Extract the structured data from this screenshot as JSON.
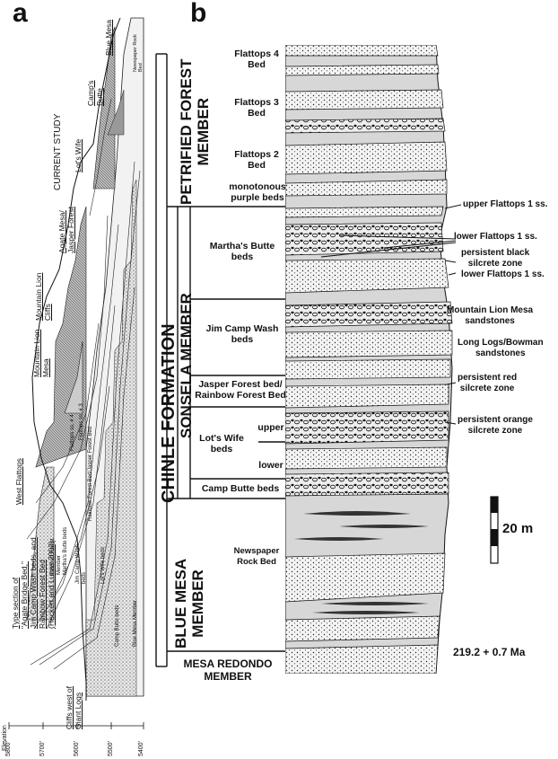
{
  "panel_a": {
    "letter": "a",
    "locations": [
      {
        "name": "Cliffs west of",
        "name2": "Giant Logs"
      },
      {
        "name": "Type section of",
        "name2": "\"Agate Bridge Bed,\"",
        "name3": "Jim Camp Wash beds, and",
        "name4": "Rainbow Forest Bed",
        "name5": "(Heckert and Lucas 2002)"
      },
      {
        "name": "West Flattops"
      },
      {
        "name": "Mountain Lion",
        "name2": "Mesa"
      },
      {
        "name": "Mountain Lion",
        "name2": "Cliffs"
      },
      {
        "name": "Agate Mesa/",
        "name2": "Jasper Forest"
      },
      {
        "name": "Lot's Wife"
      },
      {
        "name": "CURRENT STUDY"
      },
      {
        "name": "Camp's",
        "name2": "Butte"
      },
      {
        "name": "Blue Mesa"
      }
    ],
    "bed_labels": {
      "flattops4": "Flattops ss. # 4",
      "flattops3": "Flattops ss. # 3",
      "petrified_forest": "Petrified Forest",
      "petrified_forest2": "Member",
      "marthas_butte": "Martha's Butte beds",
      "jim_camp_wash": "Jim Camp Wash",
      "jim_camp_wash2": "beds",
      "rainbow_forest": "Rainbow Forest Bed/Jasper Forest Bed",
      "lots_wife": "Lot's Wife beds",
      "camp_butte": "Camp Butte beds",
      "blue_mesa": "Blue Mesa Member",
      "newspaper_rock": "Newspaper Rock",
      "newspaper_rock2": "Bed"
    },
    "elevation_axis": {
      "title": "Elevation",
      "ticks": [
        "5800'",
        "5700'",
        "5600'",
        "5500'",
        "5400'"
      ]
    }
  },
  "panel_b": {
    "letter": "b",
    "formation": "CHINLE FORMATION",
    "members": [
      {
        "line1": "PETRIFIED FOREST",
        "line2": "MEMBER"
      },
      {
        "line1": "SONSELA MEMBER"
      },
      {
        "line1": "BLUE MESA",
        "line2": "MEMBER"
      }
    ],
    "base_member": {
      "line1": "MESA REDONDO",
      "line2": "MEMBER"
    },
    "bed_units": [
      {
        "line1": "Flattops 4",
        "line2": "Bed"
      },
      {
        "line1": "Flattops 3",
        "line2": "Bed"
      },
      {
        "line1": "Flattops 2",
        "line2": "Bed"
      },
      {
        "line1": "monotonous",
        "line2": "purple beds"
      },
      {
        "line1": "Martha's Butte",
        "line2": "beds"
      },
      {
        "line1": "Jim Camp Wash",
        "line2": "beds"
      },
      {
        "line1": "Jasper Forest bed/",
        "line2": "Rainbow Forest Bed"
      },
      {
        "line1": "Lot's Wife",
        "line2": "beds"
      },
      {
        "line1": "upper"
      },
      {
        "line1": "lower"
      },
      {
        "line1": "Camp Butte beds"
      },
      {
        "line1": "Newspaper",
        "line2": "Rock Bed"
      }
    ],
    "right_labels": [
      {
        "line1": "upper Flattops 1 ss."
      },
      {
        "line1": "lower Flattops 1 ss."
      },
      {
        "line1": "persistent black",
        "line2": "silcrete zone"
      },
      {
        "line1": "lower Flattops 1 ss."
      },
      {
        "line1": "Mountain Lion Mesa",
        "line2": "sandstones"
      },
      {
        "line1": "Long Logs/Bowman",
        "line2": "sandstones"
      },
      {
        "line1": "persistent red",
        "line2": "silcrete zone"
      },
      {
        "line1": "persistent orange",
        "line2": "silcrete zone"
      }
    ],
    "scale_bar": "20 m",
    "age": "219.2 + 0.7 Ma"
  }
}
